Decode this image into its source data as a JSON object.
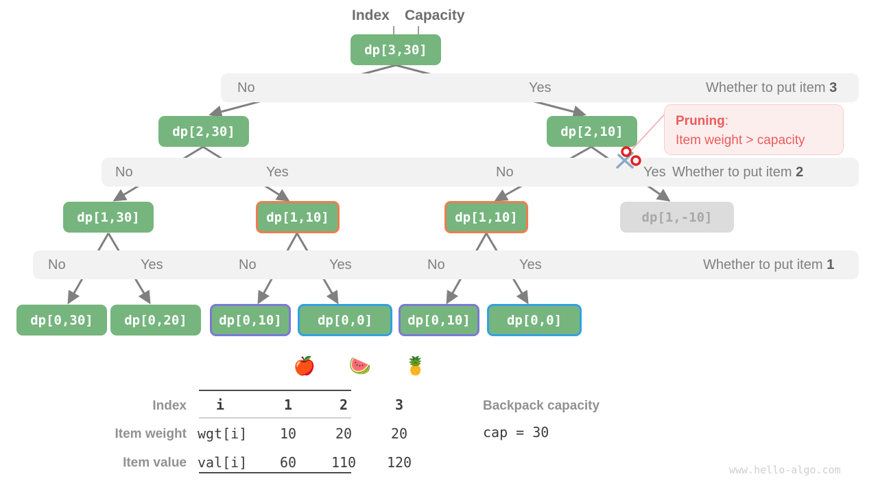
{
  "top_annotations": {
    "index_label": "Index",
    "capacity_label": "Capacity"
  },
  "tree": {
    "levels": [
      {
        "nodes": [
          {
            "label": "dp[3,30]",
            "state": "normal"
          }
        ]
      },
      {
        "nodes": [
          {
            "label": "dp[2,30]",
            "state": "normal"
          },
          {
            "label": "dp[2,10]",
            "state": "normal"
          }
        ]
      },
      {
        "nodes": [
          {
            "label": "dp[1,30]",
            "state": "normal"
          },
          {
            "label": "dp[1,10]",
            "state": "orange"
          },
          {
            "label": "dp[1,10]",
            "state": "orange"
          },
          {
            "label": "dp[1,-10]",
            "state": "pruned"
          }
        ]
      },
      {
        "nodes": [
          {
            "label": "dp[0,30]",
            "state": "normal"
          },
          {
            "label": "dp[0,20]",
            "state": "normal"
          },
          {
            "label": "dp[0,10]",
            "state": "purple"
          },
          {
            "label": "dp[0,0]",
            "state": "blue"
          },
          {
            "label": "dp[0,10]",
            "state": "purple"
          },
          {
            "label": "dp[0,0]",
            "state": "blue"
          }
        ]
      }
    ]
  },
  "bands": [
    {
      "title": "Whether to put item ",
      "title_item": "3",
      "branches": [
        "No",
        "Yes"
      ]
    },
    {
      "title": "Whether to put item ",
      "title_item": "2",
      "branches": [
        "No",
        "Yes",
        "No",
        "Yes"
      ]
    },
    {
      "title": "Whether to put item ",
      "title_item": "1",
      "branches": [
        "No",
        "Yes",
        "No",
        "Yes",
        "No",
        "Yes"
      ]
    }
  ],
  "callout": {
    "title": "Pruning",
    "colon": ":",
    "detail": "Item weight > capacity"
  },
  "table": {
    "row_headers": [
      "Index",
      "Item weight",
      "Item value"
    ],
    "col_emojis": [
      "🍎",
      "🍉",
      "🍍"
    ],
    "emoji_names": [
      "apple",
      "watermelon",
      "pineapple"
    ],
    "rows": [
      {
        "key": "i",
        "values": [
          "1",
          "2",
          "3"
        ]
      },
      {
        "key": "wgt[i]",
        "values": [
          "10",
          "20",
          "20"
        ]
      },
      {
        "key": "val[i]",
        "values": [
          "60",
          "110",
          "120"
        ]
      }
    ]
  },
  "capacity": {
    "title": "Backpack capacity",
    "value": "cap = 30"
  },
  "watermark": "www.hello-algo.com",
  "colors": {
    "node_green": "#76b57e",
    "border_orange": "#ed7d50",
    "border_purple": "#7b79d6",
    "border_blue": "#33a0e0",
    "pruned_grey": "#dcdcdc",
    "band_grey": "#f2f2f2",
    "edge_grey": "#808080",
    "callout_red": "#ec5b5b",
    "scissors_red": "#e02020"
  }
}
